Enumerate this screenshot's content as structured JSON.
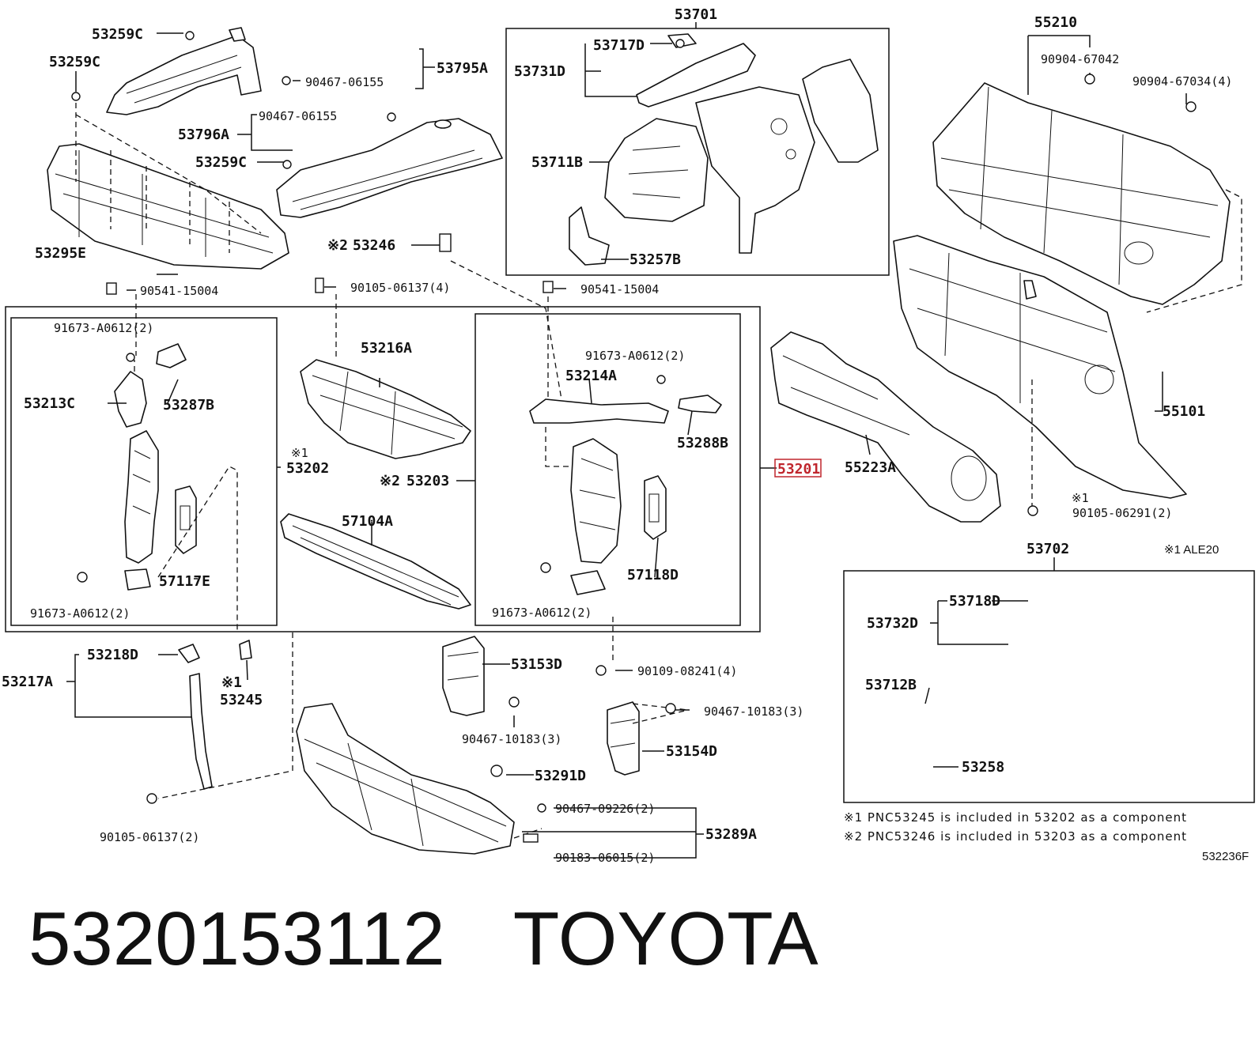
{
  "labels": {
    "p53701": "53701",
    "p53717D": "53717D",
    "p53731D": "53731D",
    "p53711B": "53711B",
    "p53257B": "53257B",
    "p55210": "55210",
    "p90904_67042": "90904-67042",
    "p90904_67034": "90904-67034(4)",
    "p53259C_a": "53259C",
    "p53259C_b": "53259C",
    "p53259C_c": "53259C",
    "p90467_06155_a": "90467-06155",
    "p90467_06155_b": "90467-06155",
    "p53795A": "53795A",
    "p53796A": "53796A",
    "p53295E": "53295E",
    "p53246": "53246",
    "p53246_mark": "※2",
    "p90541_15004_a": "90541-15004",
    "p90105_06137_4": "90105-06137(4)",
    "p90541_15004_b": "90541-15004",
    "p91673_A0612_a": "91673-A0612(2)",
    "p53213C": "53213C",
    "p53287B": "53287B",
    "p57117E": "57117E",
    "p91673_A0612_b": "91673-A0612(2)",
    "p53216A": "53216A",
    "p53202": "53202",
    "p53202_mark": "※1",
    "p53203": "53203",
    "p53203_mark": "※2",
    "p57104A": "57104A",
    "p91673_A0612_c": "91673-A0612(2)",
    "p53214A": "53214A",
    "p53288B": "53288B",
    "p57118D": "57118D",
    "p91673_A0612_d": "91673-A0612(2)",
    "p53201": "53201",
    "p55223A": "55223A",
    "p55101": "55101",
    "p90105_06291_mark": "※1",
    "p90105_06291": "90105-06291(2)",
    "p53702": "53702",
    "p53718D": "53718D",
    "p53732D": "53732D",
    "p53712B": "53712B",
    "p53258": "53258",
    "p53218D": "53218D",
    "p53217A": "53217A",
    "p53245": "53245",
    "p53245_mark": "※1",
    "p90105_06137_2": "90105-06137(2)",
    "p53153D": "53153D",
    "p90467_10183_3a": "90467-10183(3)",
    "p90109_08241": "90109-08241(4)",
    "p90467_10183_3b": "90467-10183(3)",
    "p53154D": "53154D",
    "p53291D": "53291D",
    "p90467_09226": "90467-09226(2)",
    "p53289A": "53289A",
    "p90183_06015": "90183-06015(2)"
  },
  "notes": {
    "ale20": "※1 ALE20",
    "note1": "※1 PNC53245 is included in 53202 as a component",
    "note2": "※2 PNC53246 is included in 53203 as a component",
    "diagram_ref": "532236F"
  },
  "caption": {
    "part_number": "5320153112",
    "brand": "TOYOTA"
  },
  "highlight_color": "#c0262d"
}
